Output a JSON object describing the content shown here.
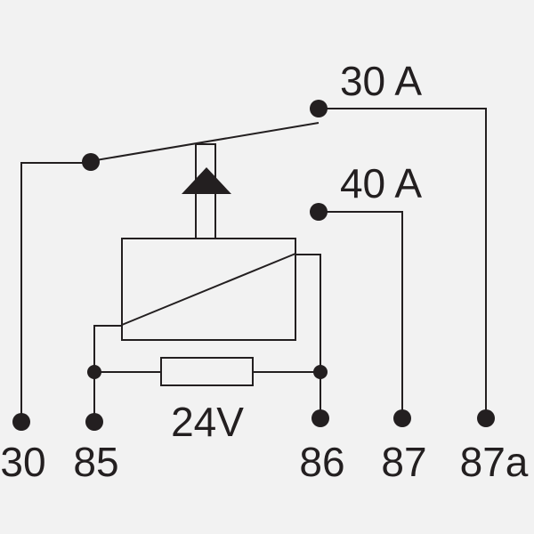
{
  "diagram": {
    "colors": {
      "background": "#f2f2f2",
      "line": "#231f20"
    },
    "switch_labels": {
      "nc_rating": "30 A",
      "no_rating": "40 A"
    },
    "coil_voltage": "24V",
    "terminals": {
      "t30": "30",
      "t85": "85",
      "t86": "86",
      "t87": "87",
      "t87a": "87a"
    }
  }
}
